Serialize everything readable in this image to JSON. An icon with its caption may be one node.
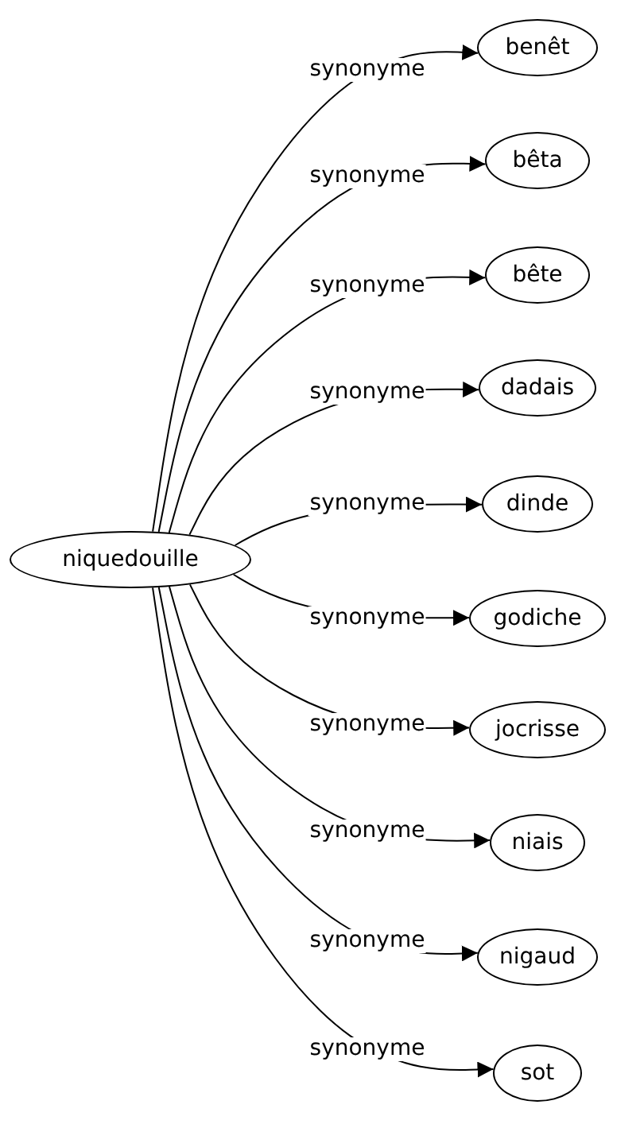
{
  "diagram": {
    "nodes": [
      {
        "text": [
          "niquedouille"
        ]
      },
      {
        "text": [
          "benêt"
        ]
      },
      {
        "text": [
          "bêta"
        ]
      },
      {
        "text": [
          "bête"
        ]
      },
      {
        "text": [
          "dadais"
        ]
      },
      {
        "text": [
          "dinde"
        ]
      },
      {
        "text": [
          "godiche"
        ]
      },
      {
        "text": [
          "jocrisse"
        ]
      },
      {
        "text": [
          "niais"
        ]
      },
      {
        "text": [
          "nigaud"
        ]
      },
      {
        "text": [
          "sot"
        ]
      }
    ],
    "edges": [
      {
        "from": 0,
        "to": 1,
        "arrow": "to",
        "label": "synonyme"
      },
      {
        "from": 0,
        "to": 2,
        "arrow": "to",
        "label": "synonyme"
      },
      {
        "from": 0,
        "to": 3,
        "arrow": "to",
        "label": "synonyme"
      },
      {
        "from": 0,
        "to": 4,
        "arrow": "to",
        "label": "synonyme"
      },
      {
        "from": 0,
        "to": 5,
        "arrow": "to",
        "label": "synonyme"
      },
      {
        "from": 0,
        "to": 6,
        "arrow": "to",
        "label": "synonyme"
      },
      {
        "from": 0,
        "to": 7,
        "arrow": "to",
        "label": "synonyme"
      },
      {
        "from": 0,
        "to": 8,
        "arrow": "to",
        "label": "synonyme"
      },
      {
        "from": 0,
        "to": 9,
        "arrow": "to",
        "label": "synonyme"
      },
      {
        "from": 0,
        "to": 10,
        "arrow": "to",
        "label": "synonyme"
      }
    ]
  }
}
